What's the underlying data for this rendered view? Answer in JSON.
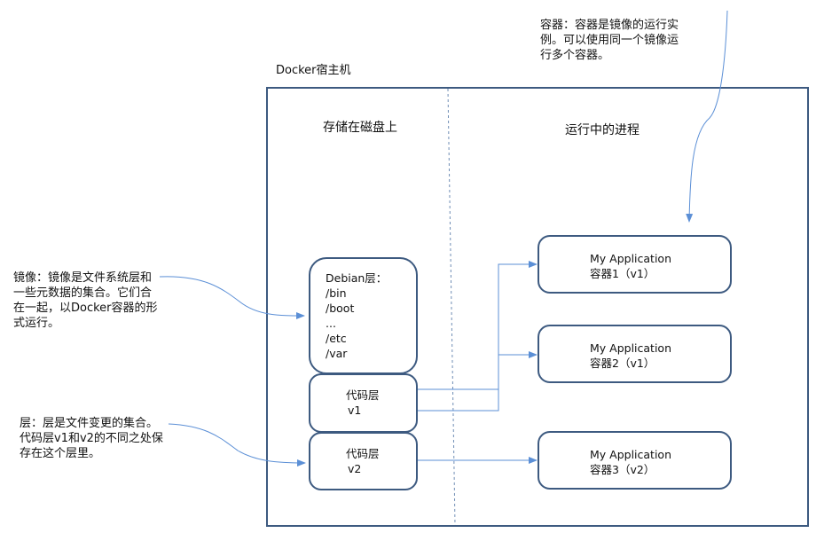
{
  "annotations": {
    "container": "容器：容器是镜像的运行实\n例。可以使用同一个镜像运\n行多个容器。",
    "image": "镜像：镜像是文件系统层和\n一些元数据的集合。它们合\n在一起，以Docker容器的形\n式运行。",
    "layer": "层：层是文件变更的集合。\n代码层v1和v2的不同之处保\n存在这个层里。"
  },
  "host": {
    "title": "Docker宿主机",
    "disk_label": "存储在磁盘上",
    "process_label": "运行中的进程"
  },
  "debian_layer": {
    "title": "Debian层：",
    "dirs": [
      "/bin",
      "/boot",
      "...",
      "/etc",
      "/var"
    ]
  },
  "code_layers": [
    {
      "name": "代码层",
      "version": "v1"
    },
    {
      "name": "代码层",
      "version": "v2"
    }
  ],
  "containers": [
    {
      "app": "My Application",
      "label": "容器1（v1）"
    },
    {
      "app": "My Application",
      "label": "容器2（v1）"
    },
    {
      "app": "My Application",
      "label": "容器3（v2）"
    }
  ],
  "colors": {
    "border": "#3d5a80",
    "arrow": "#5b8fd6",
    "connector": "#5b8fd6",
    "divider": "#6f8db5"
  }
}
